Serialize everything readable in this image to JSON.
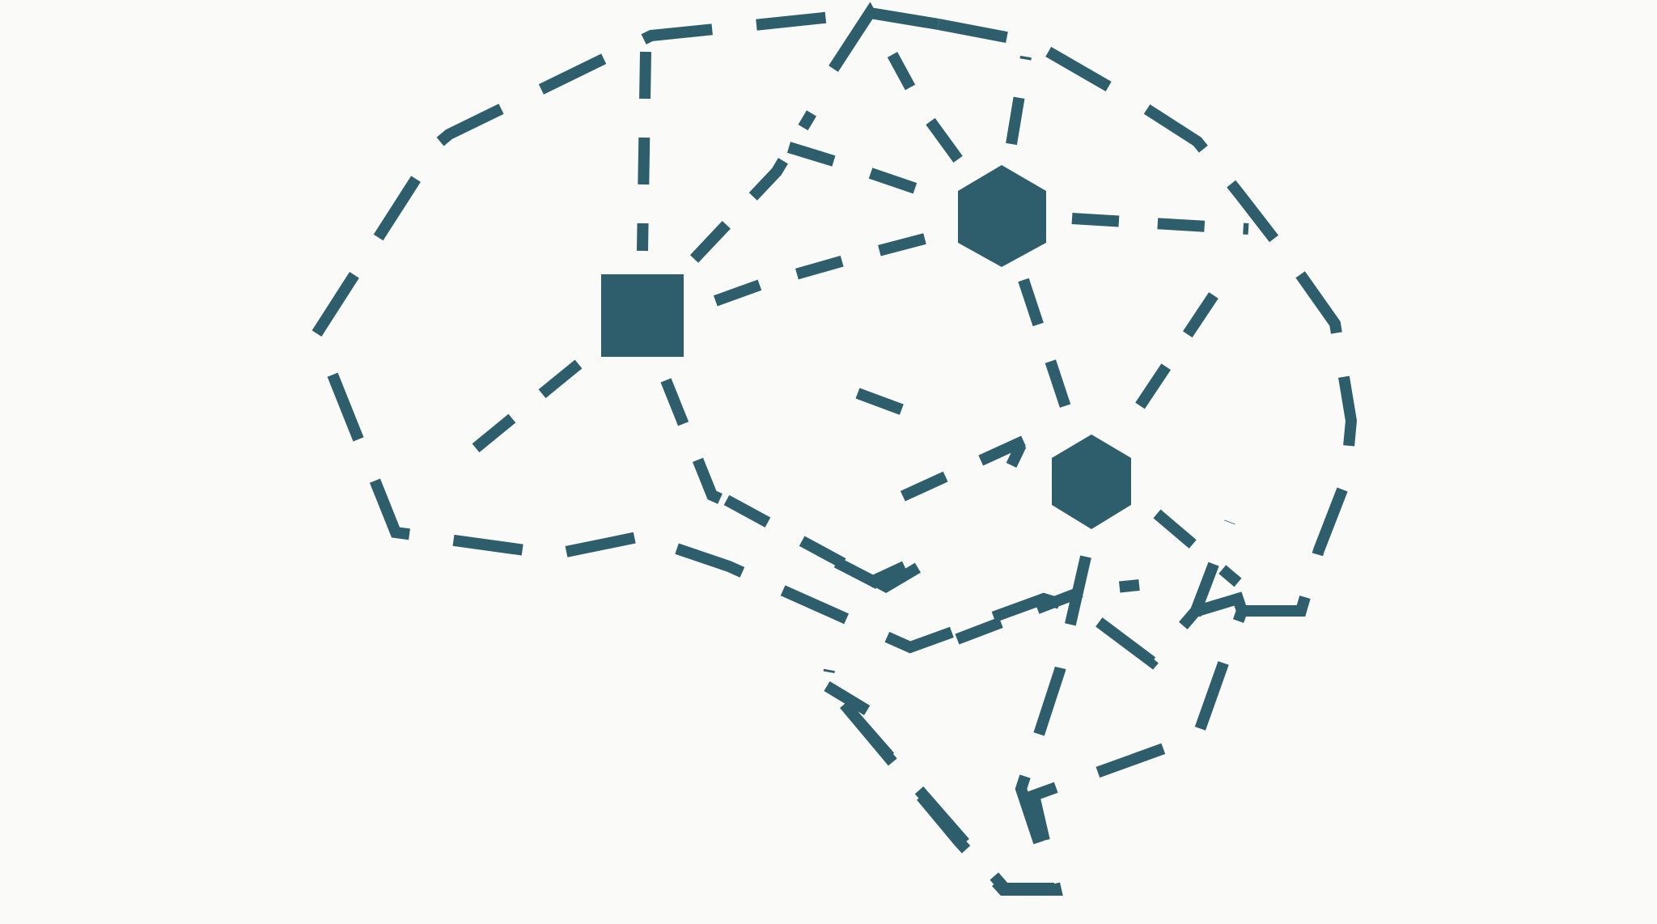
{
  "colors": {
    "background": "#fafaf8",
    "ink": "#2e5e6c"
  },
  "icons": {
    "node_square": "square-node-icon",
    "node_hexagon": "hexagon-node-icon",
    "outline": "speech-bubble-outline-icon"
  },
  "nodes": [
    {
      "id": "square",
      "shape": "square"
    },
    {
      "id": "hex-top",
      "shape": "hexagon"
    },
    {
      "id": "hex-bottom",
      "shape": "hexagon"
    }
  ]
}
